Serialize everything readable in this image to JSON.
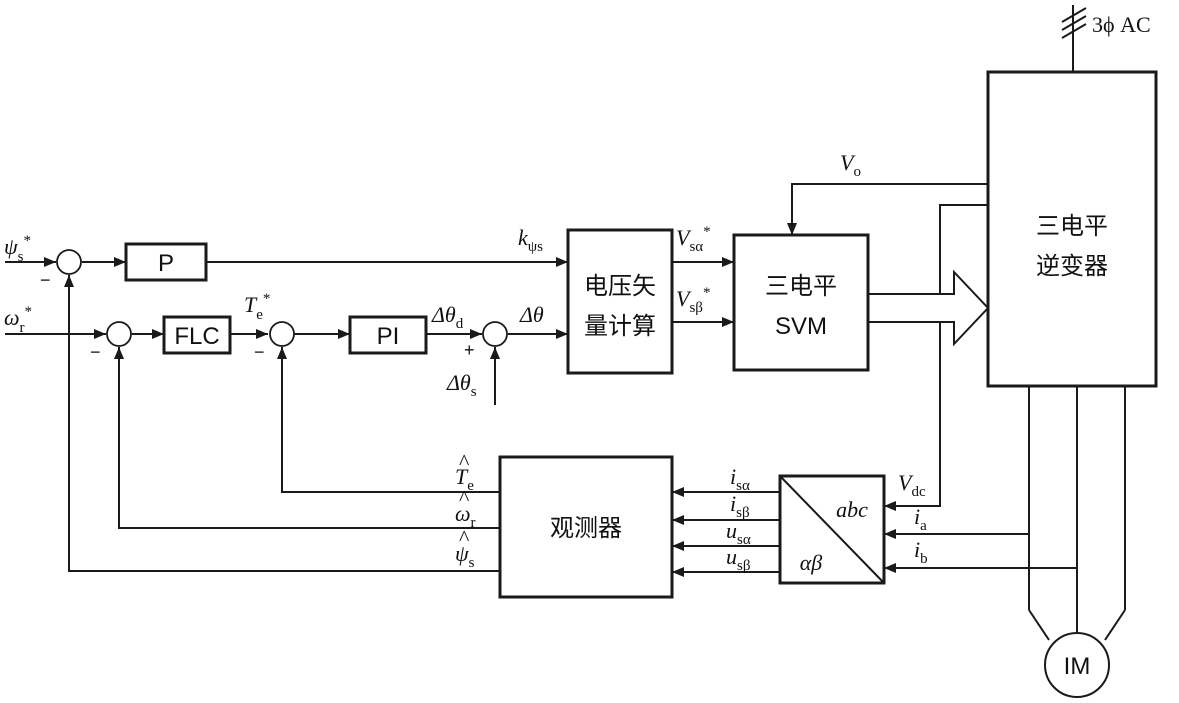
{
  "blocks": {
    "p": "P",
    "flc": "FLC",
    "pi": "PI",
    "vv_line1": "电压矢",
    "vv_line2": "量计算",
    "svm_line1": "三电平",
    "svm_line2": "SVM",
    "inv_line1": "三电平",
    "inv_line2": "逆变器",
    "observer": "观测器",
    "transform_top": "abc",
    "transform_bottom": "αβ",
    "motor": "IM"
  },
  "signals": {
    "psi_s_ref": {
      "base": "ψ",
      "sub": "s",
      "sup": "*"
    },
    "omega_r_ref": {
      "base": "ω",
      "sub": "r",
      "sup": "*"
    },
    "te_ref": {
      "base": "T",
      "sub": "e",
      "sup": "*"
    },
    "dtheta_d": {
      "base": "Δθ",
      "sub": "d"
    },
    "dtheta": {
      "base": "Δθ"
    },
    "dtheta_s": {
      "base": "Δθ",
      "sub": "s"
    },
    "k_psi_s": {
      "base": "k",
      "sub": "ψs"
    },
    "v_salpha": {
      "base": "V",
      "sub": "sα",
      "sup": "*"
    },
    "v_sbeta": {
      "base": "V",
      "sub": "sβ",
      "sup": "*"
    },
    "v_o": {
      "base": "V",
      "sub": "o"
    },
    "v_dc": {
      "base": "V",
      "sub": "dc"
    },
    "ac_source": "3ϕ AC",
    "te_hat": {
      "base": "T",
      "sub": "e",
      "hat": "^"
    },
    "omega_r_hat": {
      "base": "ω",
      "sub": "r",
      "hat": "^"
    },
    "psi_s_hat": {
      "base": "ψ",
      "sub": "s",
      "hat": "^"
    },
    "i_salpha": {
      "base": "i",
      "sub": "sα"
    },
    "i_sbeta": {
      "base": "i",
      "sub": "sβ"
    },
    "u_salpha": {
      "base": "u",
      "sub": "sα"
    },
    "u_sbeta": {
      "base": "u",
      "sub": "sβ"
    },
    "i_a": {
      "base": "i",
      "sub": "a"
    },
    "i_b": {
      "base": "i",
      "sub": "b"
    }
  },
  "signs": {
    "minus": "−",
    "plus": "+"
  }
}
